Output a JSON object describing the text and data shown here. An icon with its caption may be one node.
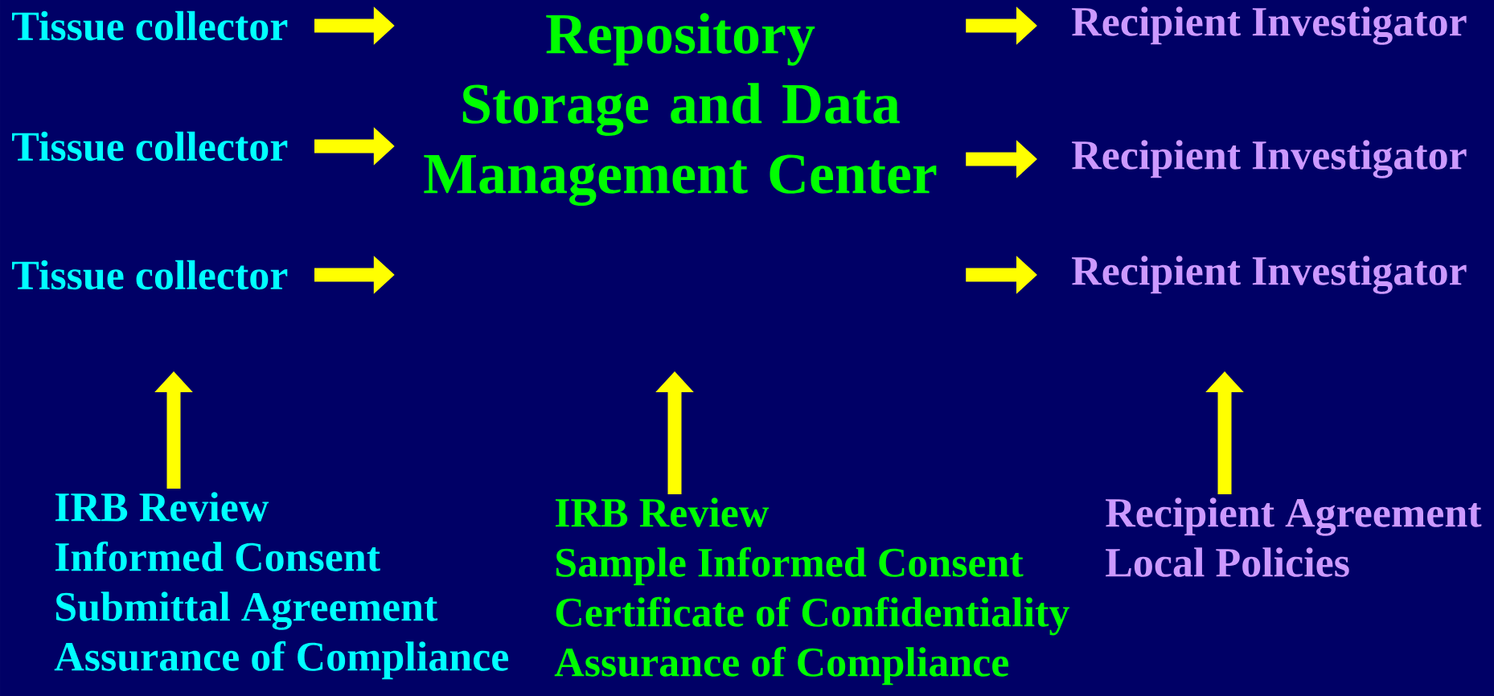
{
  "diagram": {
    "nodes": [
      {
        "text": [
          "Tissue collector"
        ]
      },
      {
        "text": [
          "Tissue collector"
        ]
      },
      {
        "text": [
          "Tissue collector"
        ]
      },
      {
        "text": [
          "Repository Storage and Data Management Center"
        ]
      },
      {
        "text": [
          "Recipient Investigator"
        ]
      },
      {
        "text": [
          "Recipient Investigator"
        ]
      },
      {
        "text": [
          "Recipient Investigator"
        ]
      },
      {
        "text": [
          "IRB Review",
          "Informed Consent",
          "Submittal Agreement",
          "Assurance of Compliance"
        ]
      },
      {
        "text": [
          "IRB Review",
          "Sample Informed Consent",
          "Certificate of Confidentiality",
          "Assurance of Compliance"
        ]
      },
      {
        "text": [
          "Recipient Agreement",
          "Local Policies"
        ]
      }
    ],
    "edges": [
      {
        "from": 0,
        "to": 3,
        "arrow": "to"
      },
      {
        "from": 1,
        "to": 3,
        "arrow": "to"
      },
      {
        "from": 2,
        "to": 3,
        "arrow": "to"
      },
      {
        "from": 3,
        "to": 4,
        "arrow": "to"
      },
      {
        "from": 3,
        "to": 5,
        "arrow": "to"
      },
      {
        "from": 3,
        "to": 6,
        "arrow": "to"
      },
      {
        "from": 7,
        "to": null,
        "arrow": "to"
      },
      {
        "from": 8,
        "to": null,
        "arrow": "to"
      },
      {
        "from": 9,
        "to": null,
        "arrow": "to"
      }
    ]
  }
}
